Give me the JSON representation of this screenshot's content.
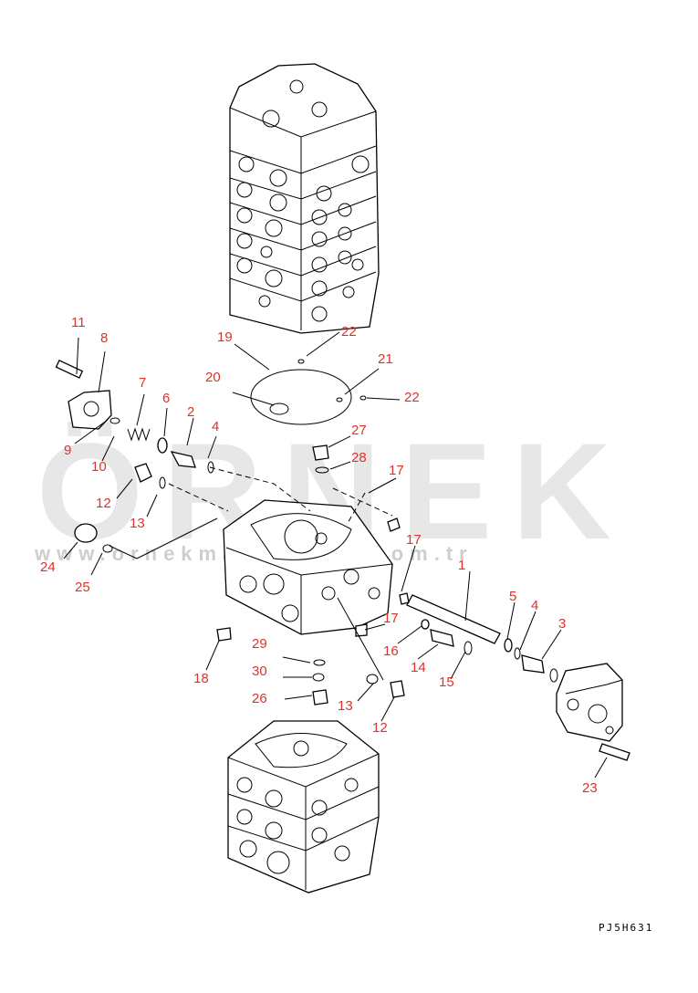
{
  "watermark": {
    "brand": "ÖRNEK",
    "url": "www.ornekmakinalari.com.tr"
  },
  "drawing_code": "PJ5H631",
  "callouts": {
    "c1": "1",
    "c2": "2",
    "c3": "3",
    "c4a": "4",
    "c4b": "4",
    "c5": "5",
    "c6": "6",
    "c7": "7",
    "c8": "8",
    "c9": "9",
    "c10": "10",
    "c11": "11",
    "c12a": "12",
    "c12b": "12",
    "c13a": "13",
    "c13b": "13",
    "c14": "14",
    "c15": "15",
    "c16": "16",
    "c17a": "17",
    "c17b": "17",
    "c17c": "17",
    "c18": "18",
    "c19": "19",
    "c20": "20",
    "c21": "21",
    "c22a": "22",
    "c22b": "22",
    "c23": "23",
    "c24": "24",
    "c25": "25",
    "c26": "26",
    "c27": "27",
    "c28": "28",
    "c29": "29",
    "c30": "30"
  }
}
